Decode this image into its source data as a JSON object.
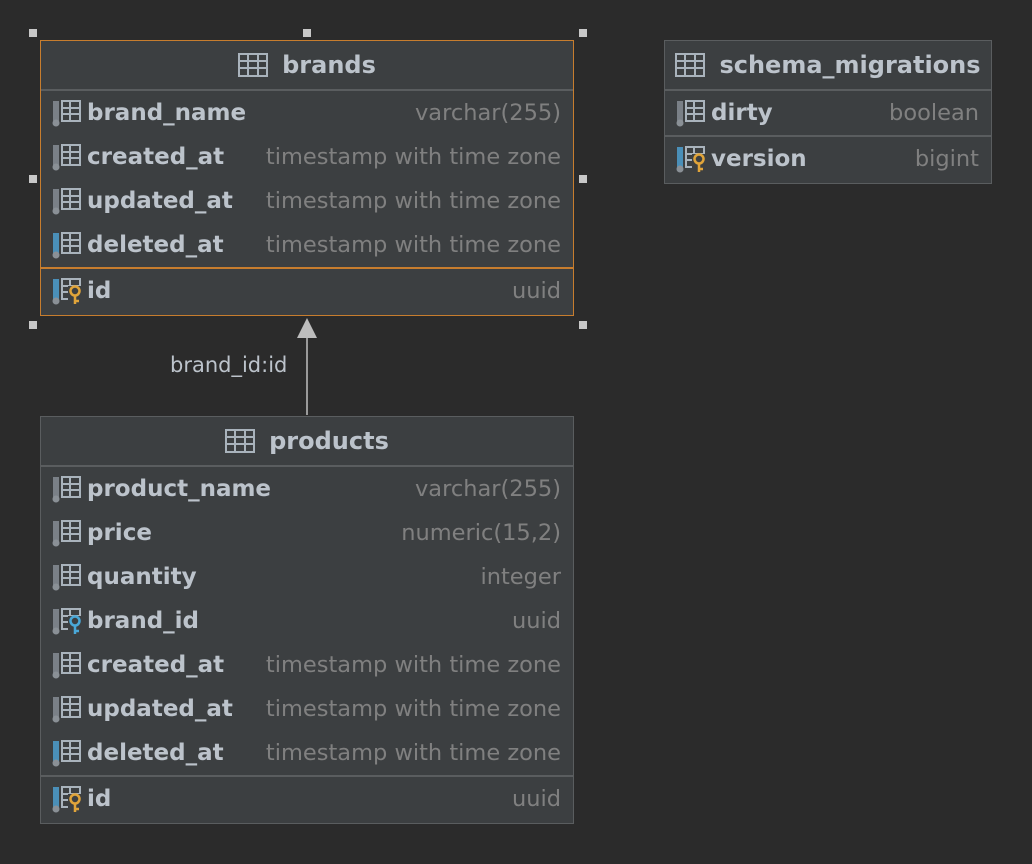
{
  "tables": {
    "brands": {
      "name": "brands",
      "columns": [
        {
          "name": "brand_name",
          "type": "varchar(255)",
          "icon": "column-icon"
        },
        {
          "name": "created_at",
          "type": "timestamp with time zone",
          "icon": "column-icon"
        },
        {
          "name": "updated_at",
          "type": "timestamp with time zone",
          "icon": "column-icon"
        },
        {
          "name": "deleted_at",
          "type": "timestamp with time zone",
          "icon": "column-notnull-icon"
        }
      ],
      "pk": {
        "name": "id",
        "type": "uuid",
        "icon": "primary-key-icon"
      }
    },
    "schema_migrations": {
      "name": "schema_migrations",
      "columns": [
        {
          "name": "dirty",
          "type": "boolean",
          "icon": "column-icon"
        }
      ],
      "pk": {
        "name": "version",
        "type": "bigint",
        "icon": "primary-key-icon"
      }
    },
    "products": {
      "name": "products",
      "columns": [
        {
          "name": "product_name",
          "type": "varchar(255)",
          "icon": "column-icon"
        },
        {
          "name": "price",
          "type": "numeric(15,2)",
          "icon": "column-icon"
        },
        {
          "name": "quantity",
          "type": "integer",
          "icon": "column-icon"
        },
        {
          "name": "brand_id",
          "type": "uuid",
          "icon": "foreign-key-icon"
        },
        {
          "name": "created_at",
          "type": "timestamp with time zone",
          "icon": "column-icon"
        },
        {
          "name": "updated_at",
          "type": "timestamp with time zone",
          "icon": "column-icon"
        },
        {
          "name": "deleted_at",
          "type": "timestamp with time zone",
          "icon": "column-notnull-icon"
        }
      ],
      "pk": {
        "name": "id",
        "type": "uuid",
        "icon": "primary-key-icon"
      }
    }
  },
  "relation": {
    "label": "brand_id:id"
  },
  "colors": {
    "background": "#2b2b2b",
    "table_fill": "#3c3f41",
    "selected_border": "#c77d2e",
    "key_gold": "#e0a43a",
    "key_blue": "#4aa8d8"
  }
}
